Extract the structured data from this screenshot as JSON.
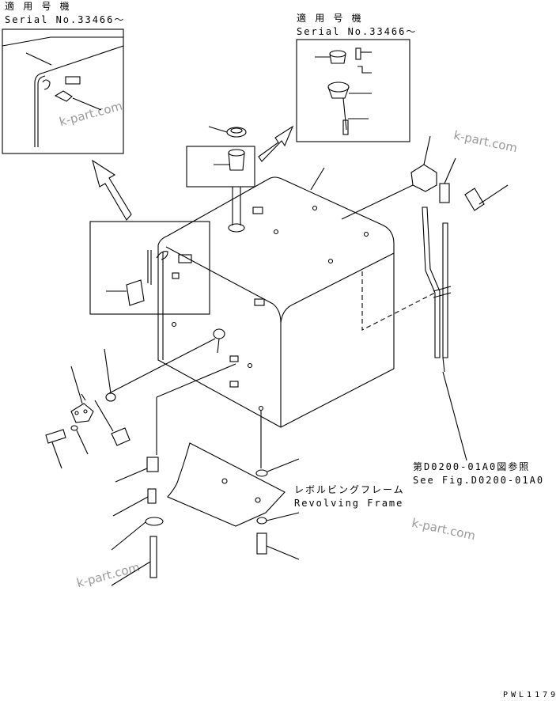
{
  "labels": {
    "applicable_jp_left": "適 用 号 機",
    "serial_left": "Serial No.33466～",
    "applicable_jp_right": "適 用 号 機",
    "serial_right": "Serial No.33466～",
    "see_fig_jp": "第D0200-01A0図参照",
    "see_fig_en": "See Fig.D0200-01A0",
    "frame_jp": "レボルビングフレーム",
    "frame_en": "Revolving Frame",
    "drawing_code": "PWL1179"
  },
  "watermarks": [
    "k-part.com",
    "k-part.com",
    "k-part.com",
    "k-part.com"
  ]
}
